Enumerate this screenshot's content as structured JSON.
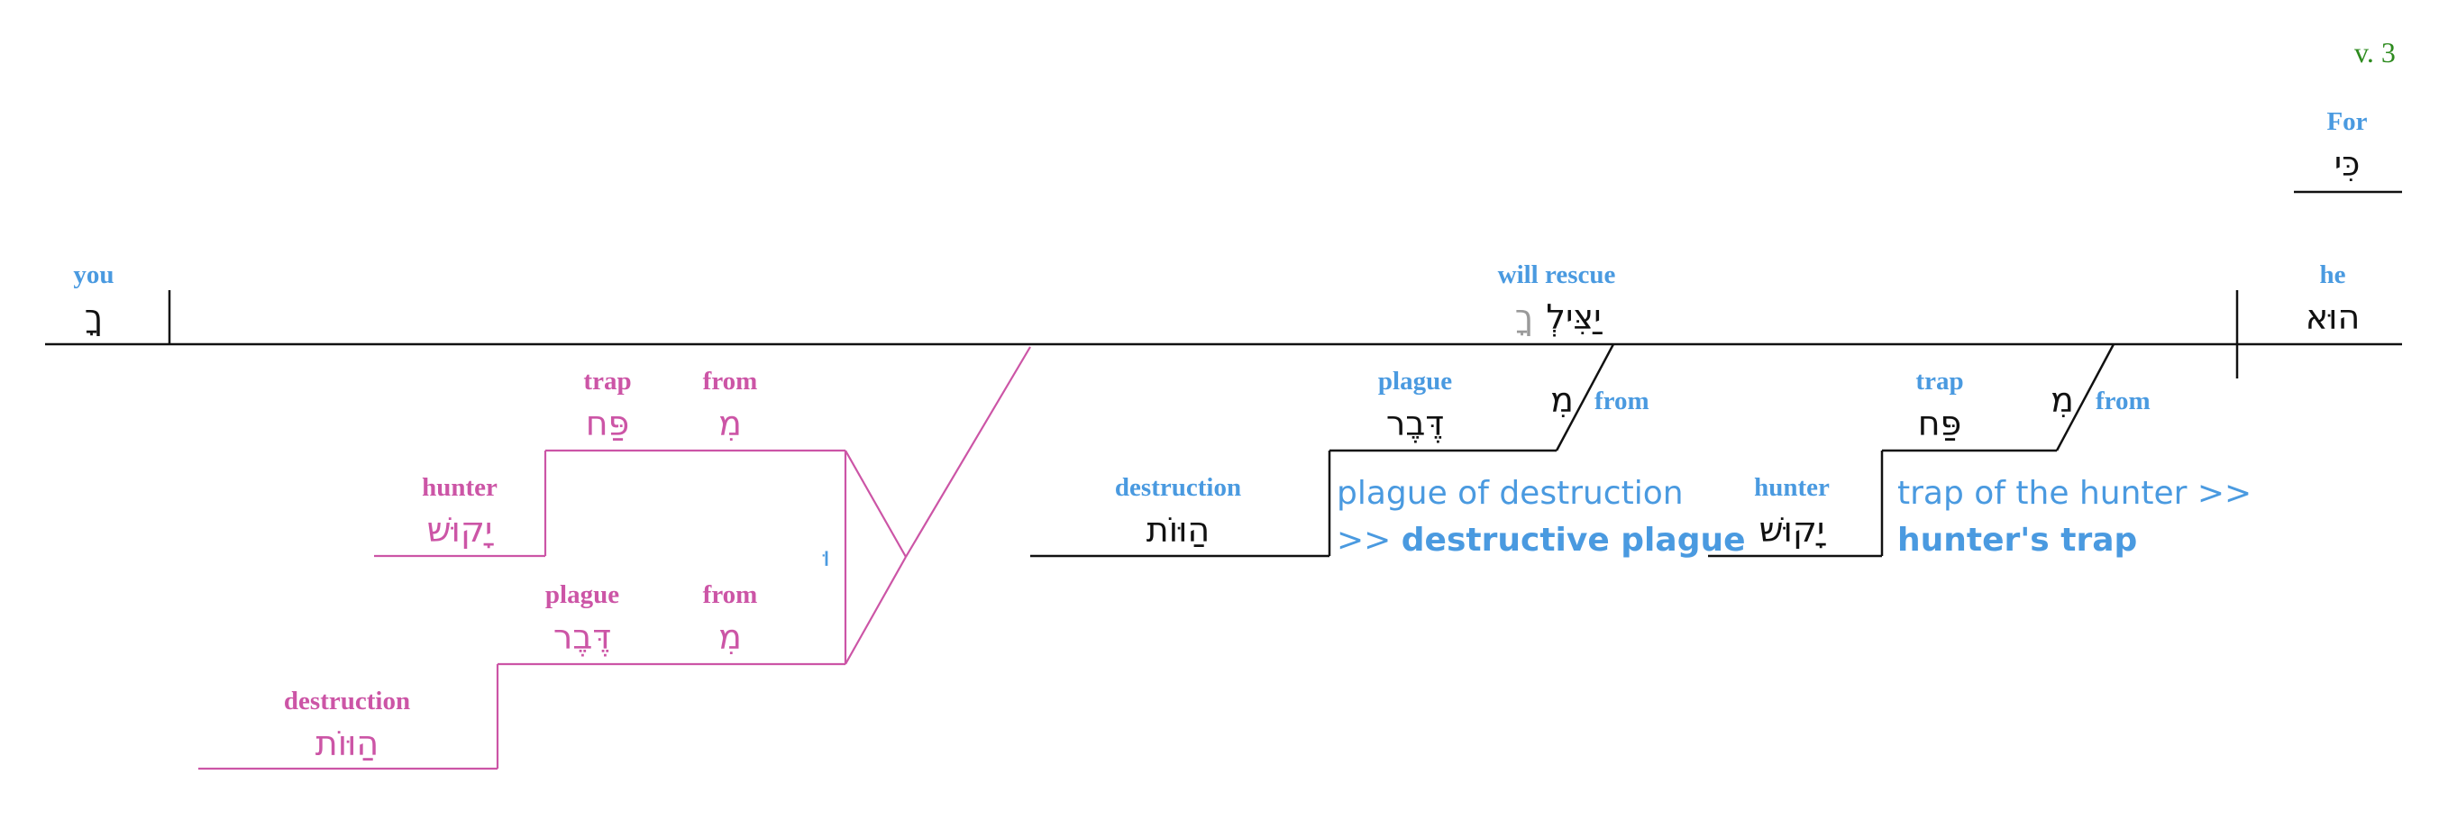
{
  "verse_label": "v. 3",
  "colors": {
    "english": "#4a9ae0",
    "variant": "#cc55a6",
    "hebrew": "#111111",
    "verse": "#2e8b1f",
    "line": "#111111",
    "faded": "#9a9a9a"
  },
  "conjunction": {
    "gloss": "For",
    "hebrew": "כִּי"
  },
  "subject": {
    "gloss": "he",
    "hebrew": "הוּא"
  },
  "verb": {
    "gloss": "will rescue",
    "hebrew": "יַצִּילְ",
    "suffix_hebrew": "ךָ"
  },
  "object": {
    "gloss": "you",
    "hebrew": "ךָ"
  },
  "modifier_trap": {
    "prep_gloss": "from",
    "prep_hebrew": "מִ",
    "noun_gloss": "trap",
    "noun_hebrew": "פַּח",
    "construct_gloss": "hunter",
    "construct_hebrew": "יָקוּשׁ",
    "note_line1": "trap of the hunter >>",
    "note_line2": "hunter's trap"
  },
  "modifier_plague": {
    "prep_gloss": "from",
    "prep_hebrew": "מִ",
    "noun_gloss": "plague",
    "noun_hebrew": "דֶּבֶר",
    "construct_gloss": "destruction",
    "construct_hebrew": "הַוּוֹת",
    "note_prefix": ">>",
    "note_line1": "plague of destruction",
    "note_line2": "destructive plague"
  },
  "variant": {
    "trap": {
      "prep_gloss": "from",
      "prep_hebrew": "מִ",
      "noun_gloss": "trap",
      "noun_hebrew": "פַּח",
      "construct_gloss": "hunter",
      "construct_hebrew": "יָקוּשׁ"
    },
    "conjunction_hebrew": "וּ",
    "plague": {
      "prep_gloss": "from",
      "prep_hebrew": "מִ",
      "noun_gloss": "plague",
      "noun_hebrew": "דֶּבֶר",
      "construct_gloss": "destruction",
      "construct_hebrew": "הַוּוֹת"
    }
  }
}
